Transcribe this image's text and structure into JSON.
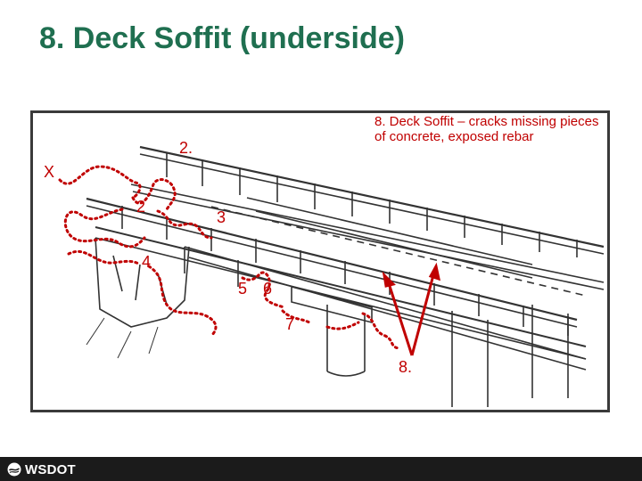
{
  "slide": {
    "title": "8. Deck Soffit (underside)"
  },
  "figure": {
    "callout_text": "8.  Deck Soffit – cracks missing pieces of concrete, exposed rebar",
    "labels": {
      "x": "X",
      "two_upper": "2.",
      "two_lower": "2",
      "three": "3",
      "four": "4",
      "five": "5",
      "six": "6",
      "seven": "7",
      "eight": "8."
    },
    "colors": {
      "annotation": "#c00000",
      "sketch_line": "#333333"
    }
  },
  "footer": {
    "logo_text": "WSDOT",
    "background": "#1b1b1b"
  },
  "colors": {
    "title": "#1f6f50"
  }
}
